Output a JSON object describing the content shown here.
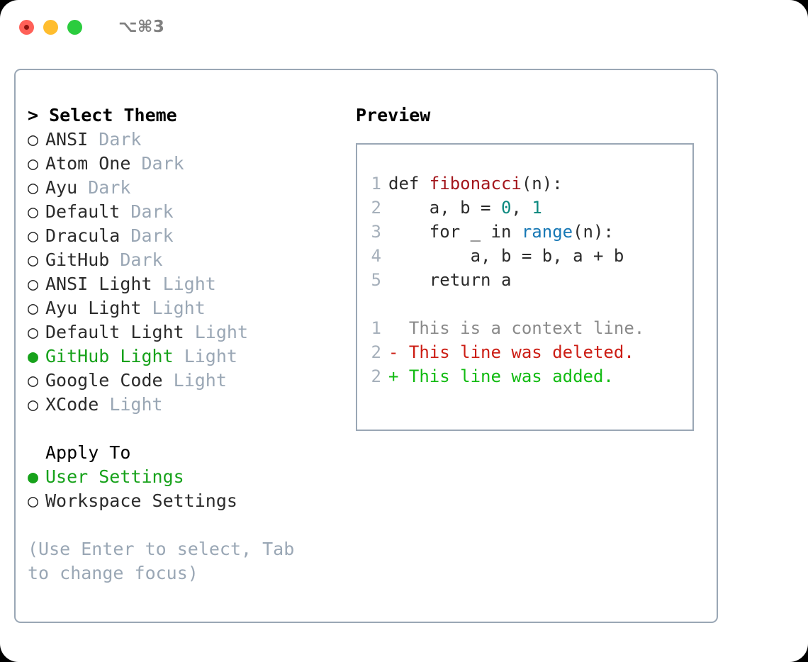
{
  "titlebar": {
    "shortcut": "⌥⌘3",
    "lights": [
      "close",
      "minimize",
      "zoom"
    ]
  },
  "theme_picker": {
    "header": "> Select Theme",
    "bullet_selected": "●",
    "bullet_unselected": "○",
    "items": [
      {
        "name": "ANSI",
        "variant": "Dark",
        "selected": false
      },
      {
        "name": "Atom One",
        "variant": "Dark",
        "selected": false
      },
      {
        "name": "Ayu",
        "variant": "Dark",
        "selected": false
      },
      {
        "name": "Default",
        "variant": "Dark",
        "selected": false
      },
      {
        "name": "Dracula",
        "variant": "Dark",
        "selected": false
      },
      {
        "name": "GitHub",
        "variant": "Dark",
        "selected": false
      },
      {
        "name": "ANSI Light",
        "variant": "Light",
        "selected": false
      },
      {
        "name": "Ayu Light",
        "variant": "Light",
        "selected": false
      },
      {
        "name": "Default Light",
        "variant": "Light",
        "selected": false
      },
      {
        "name": "GitHub Light",
        "variant": "Light",
        "selected": true
      },
      {
        "name": "Google Code",
        "variant": "Light",
        "selected": false
      },
      {
        "name": "XCode",
        "variant": "Light",
        "selected": false
      }
    ]
  },
  "apply_to": {
    "header": "Apply To",
    "items": [
      {
        "name": "User Settings",
        "selected": true
      },
      {
        "name": "Workspace Settings",
        "selected": false
      }
    ]
  },
  "hint": "(Use Enter to select, Tab to change focus)",
  "preview": {
    "title": "Preview",
    "code_lines": [
      {
        "lineno": "1",
        "tokens": [
          {
            "text": "def ",
            "type": "plain"
          },
          {
            "text": "fibonacci",
            "type": "fn"
          },
          {
            "text": "(n):",
            "type": "plain"
          }
        ]
      },
      {
        "lineno": "2",
        "tokens": [
          {
            "text": "    a, b = ",
            "type": "plain"
          },
          {
            "text": "0",
            "type": "num"
          },
          {
            "text": ", ",
            "type": "plain"
          },
          {
            "text": "1",
            "type": "num"
          }
        ]
      },
      {
        "lineno": "3",
        "tokens": [
          {
            "text": "    for _ in ",
            "type": "plain"
          },
          {
            "text": "range",
            "type": "call"
          },
          {
            "text": "(n):",
            "type": "plain"
          }
        ]
      },
      {
        "lineno": "4",
        "tokens": [
          {
            "text": "        a, b = b, a + b",
            "type": "plain"
          }
        ]
      },
      {
        "lineno": "5",
        "tokens": [
          {
            "text": "    return a",
            "type": "plain"
          }
        ]
      }
    ],
    "diff_lines": [
      {
        "lineno": "1",
        "marker": " ",
        "text": "  This is a context line.",
        "type": "context"
      },
      {
        "lineno": "2",
        "marker": "-",
        "text": "- This line was deleted.",
        "type": "del"
      },
      {
        "lineno": "2",
        "marker": "+",
        "text": "+ This line was added.",
        "type": "add"
      }
    ]
  },
  "colors": {
    "accent_green": "#17a21b",
    "muted": "#9aa7b5",
    "border": "#9aa7b5",
    "text": "#2b2b2b",
    "fn_red": "#a3161c",
    "num_teal": "#0d8a80",
    "call_blue": "#1778b5",
    "diff_add": "#12bb12",
    "diff_del": "#cc1d14",
    "diff_context": "#8a8a8a"
  }
}
